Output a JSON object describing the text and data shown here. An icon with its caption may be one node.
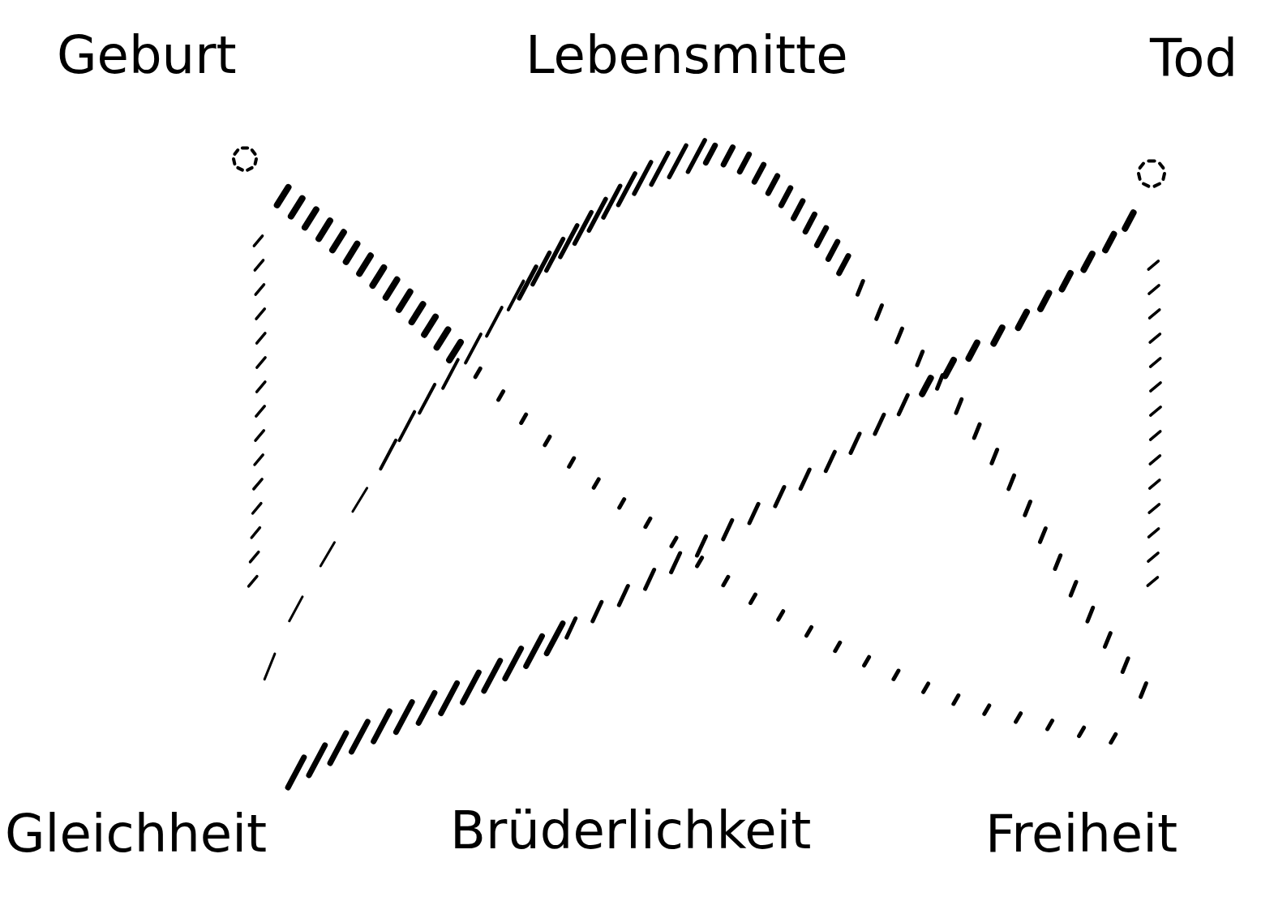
{
  "diagram": {
    "labels": [
      "Geburt",
      "Lebensmitte",
      "Tod",
      "Gleichheit",
      "Brüderlichkeit",
      "Freiheit"
    ]
  }
}
